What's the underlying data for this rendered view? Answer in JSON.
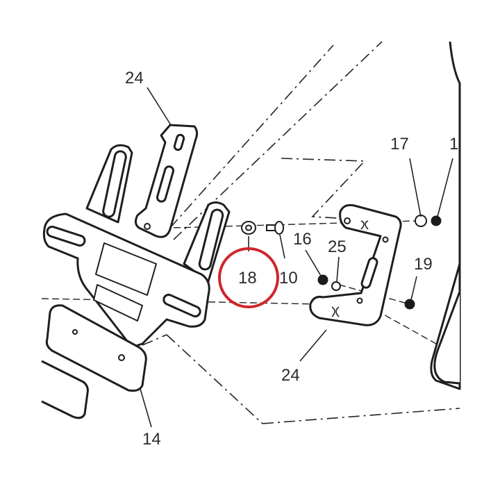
{
  "diagram": {
    "callouts": {
      "bracket_top": "24",
      "bracket_right": "24",
      "washer_17": "17",
      "nut_top_right": "1",
      "nut_16": "16",
      "spacer_25": "25",
      "nut_19": "19",
      "washer_18": "18",
      "screw_10": "10",
      "plate_14": "14"
    },
    "highlight": {
      "callout": "18",
      "color": "#d0262c"
    },
    "line_color": "#1e1e1e"
  }
}
